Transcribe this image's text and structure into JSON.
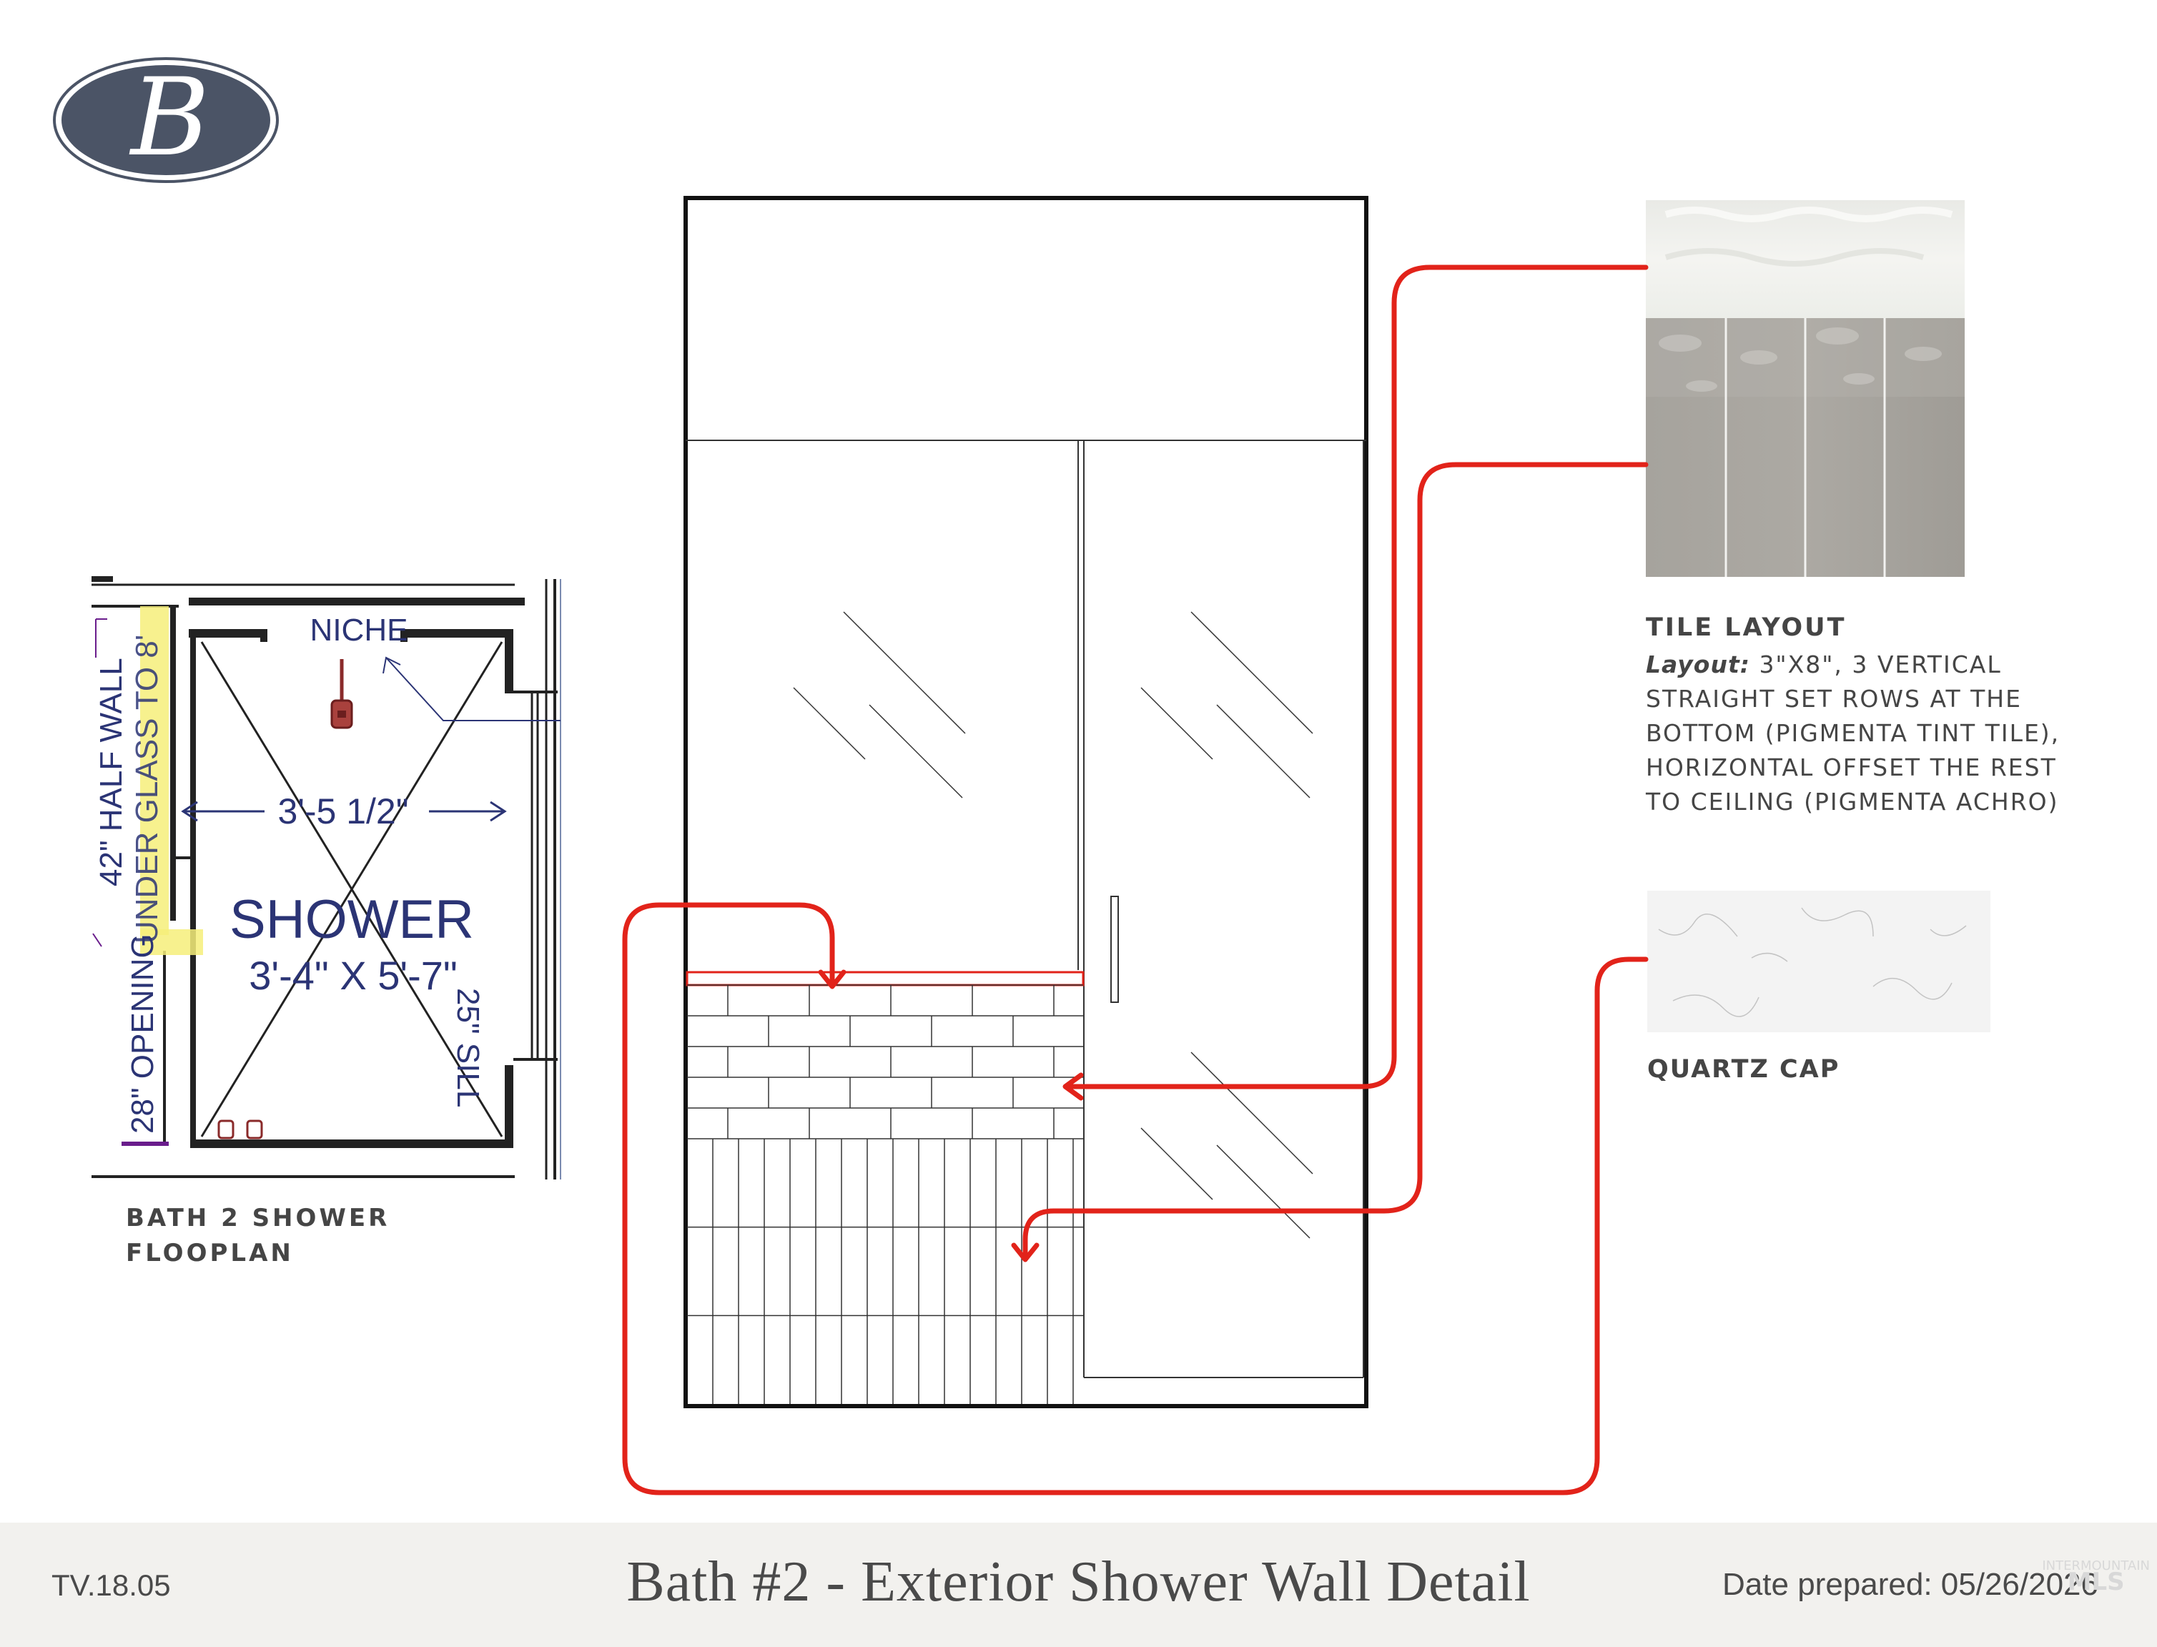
{
  "logo": {
    "letter": "B"
  },
  "floorplan": {
    "caption": "BATH 2 SHOWER\nFLOOPLAN",
    "niche": "NICHE",
    "width_dim": "3'-5 1/2\"",
    "room_name": "SHOWER",
    "room_size": "3'-4\" X 5'-7\"",
    "half_wall": "42\" HALF WALL",
    "glass_note": "UNDER GLASS TO 8'",
    "opening": "28\" OPENING",
    "sill": "25\" SILL"
  },
  "tile_layout": {
    "title": "TILE LAYOUT",
    "layout_label": "Layout:",
    "description": "3\"X8\", 3 VERTICAL STRAIGHT SET ROWS AT THE BOTTOM (PIGMENTA TINT TILE), HORIZONTAL OFFSET THE REST TO CEILING (PIGMENTA ACHRO)"
  },
  "quartz": {
    "title": "QUARTZ CAP"
  },
  "footer": {
    "code": "TV.18.05",
    "title": "Bath #2 - Exterior Shower Wall Detail",
    "date": "Date prepared: 05/26/2026",
    "watermark_top": "INTERMOUNTAIN",
    "watermark_bottom": "MLS"
  },
  "colors": {
    "callout_red": "#e2231a",
    "logo_navy": "#4b5466",
    "plan_navy": "#2b3475",
    "highlight_yellow": "#f6ef7a",
    "footer_bg": "#f2f1ee"
  }
}
